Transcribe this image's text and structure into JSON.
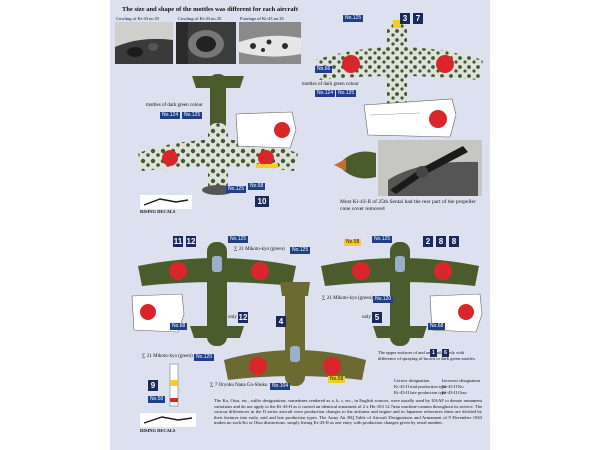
{
  "header": {
    "title": "The size and shape of the mottles was different for each aircraft",
    "photo_captions": [
      "Cowling of Ki-43 no.55",
      "Cowling of Ki-43 no.35",
      "Fuselage of Ki-43 no.35"
    ]
  },
  "colors": {
    "sheet_bg": "#dde0ee",
    "dark_green": "#4b5c2c",
    "olive": "#6b6a30",
    "hinomaru_red": "#d8262b",
    "light_grey": "#dfe2dc",
    "yellow_id": "#f2cc2a",
    "navy_tag": "#1f3f88",
    "badge": "#1a2a5a"
  },
  "labels": {
    "mottles_dark_green_colour": "mottles of dark green colour",
    "most_ki43": "Most Ki-43-II of 25th Sentai had the rear part of the propeller cone cover removed",
    "mikoto_kyo_green": "∑ 21 Mikoto-kyo (green)",
    "oryoku": "∑ 7 Oryoku Nana Go-Shoku",
    "only": "only",
    "upper_surfaces_note": "The upper surfaces of and are similar, only with difference of spraying of brown or dark green mottles."
  },
  "refs": {
    "n124": "No.124",
    "n125": "No.125",
    "n126": "No.126",
    "n58": "No.58",
    "n50": "No.50",
    "n59": "No.59",
    "n68": "No.68",
    "n120": "No.120",
    "n104": "No.104",
    "n66": "No.66"
  },
  "badges": {
    "b3": "3",
    "b7": "7",
    "b10": "10",
    "b11": "11",
    "b12": "12",
    "b2": "2",
    "b8": "8",
    "b4": "4",
    "b9": "9",
    "b5": "5",
    "b6": "6",
    "b1": "1"
  },
  "brand": {
    "name": "RISING DECALS"
  },
  "designation_table": {
    "col1_title": "Correct designation",
    "col2_title": "Incorrect designation",
    "rows": [
      [
        "Ki-43-II mid production type",
        "Ki-43-II Ko"
      ],
      [
        "Ki-43-II late production type",
        "Ki-43-II Otsu"
      ]
    ]
  },
  "body_text": "The Ko, Otsu, etc., suffix designations, sometimes rendered as a, b, c, etc., in English sources, were usually used by IJAAF to denote armament variations and do not apply to the Ki-43-II as it carried an identical armament of 2 x Ho-103 12.7mm machine-cannon throughout its service. The various differences in the II series aircraft were production changes to the airframe and engine and in Japanese references these are divided by their features into early, mid and late production types. The Army Air HQ Table of Aircraft Designations and Armament of 9 December 1943 makes no such Ko or Otsu distinctions, simply listing Ki-43-II as one entry with production changes given by serial number."
}
